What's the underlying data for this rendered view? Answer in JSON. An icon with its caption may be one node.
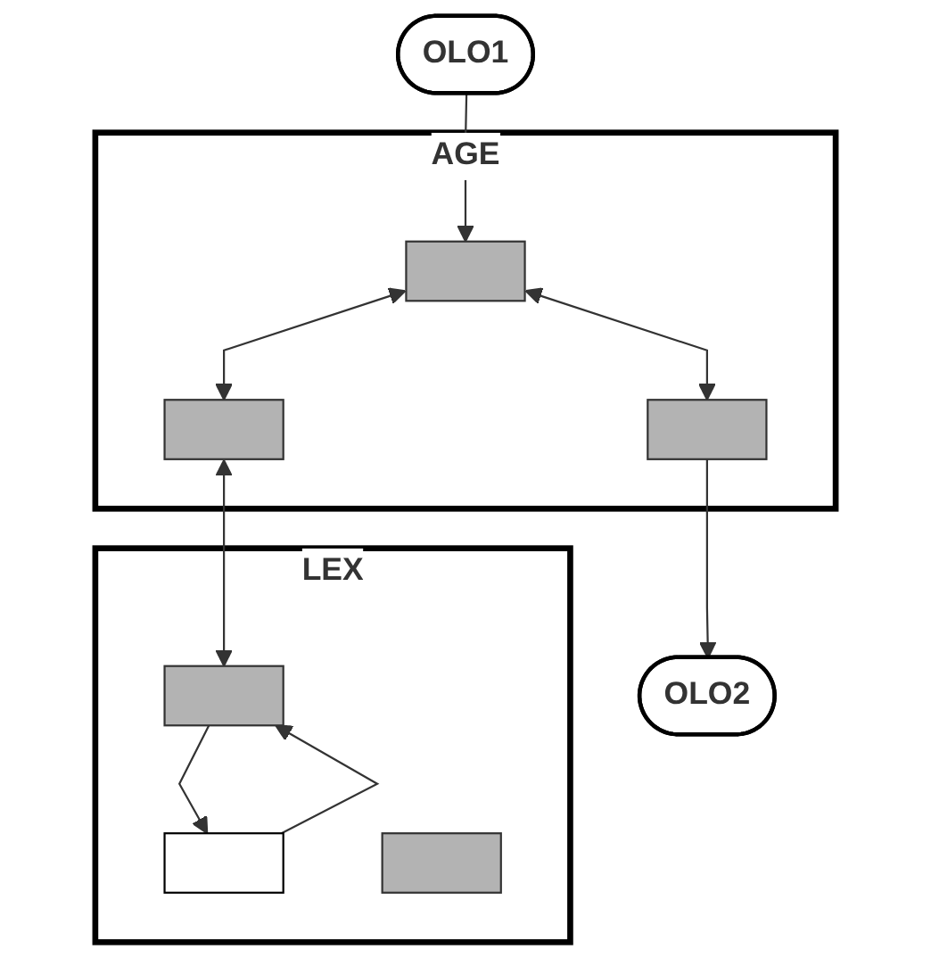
{
  "diagram": {
    "nodes": [
      {
        "text": [
          "OLO1"
        ]
      },
      {
        "text": [
          "OLO2"
        ]
      },
      {
        "text": [
          "AGE"
        ]
      },
      {
        "text": [],
        "shape": "box",
        "in": 2
      },
      {
        "text": [],
        "shape": "box",
        "in": 2
      },
      {
        "text": [],
        "shape": "box",
        "in": 2
      },
      {
        "text": [
          "LEX"
        ]
      },
      {
        "text": [],
        "shape": "box",
        "in": 6
      },
      {
        "text": [],
        "shape": "box",
        "in": 6
      },
      {
        "text": [],
        "shape": "box",
        "in": 6
      }
    ],
    "edges": [
      {
        "from": 0,
        "to": 3,
        "arrow": "to"
      },
      {
        "from": 4,
        "to": 1,
        "arrow": "to"
      },
      {
        "from": 3,
        "to": 4,
        "arrow": "both"
      },
      {
        "from": 3,
        "to": 5,
        "arrow": "both"
      },
      {
        "from": 5,
        "to": 7,
        "arrow": "both"
      },
      {
        "from": 8,
        "to": 7,
        "arrow": "to"
      },
      {
        "from": 7,
        "to": 8,
        "arrow": "to"
      }
    ]
  }
}
